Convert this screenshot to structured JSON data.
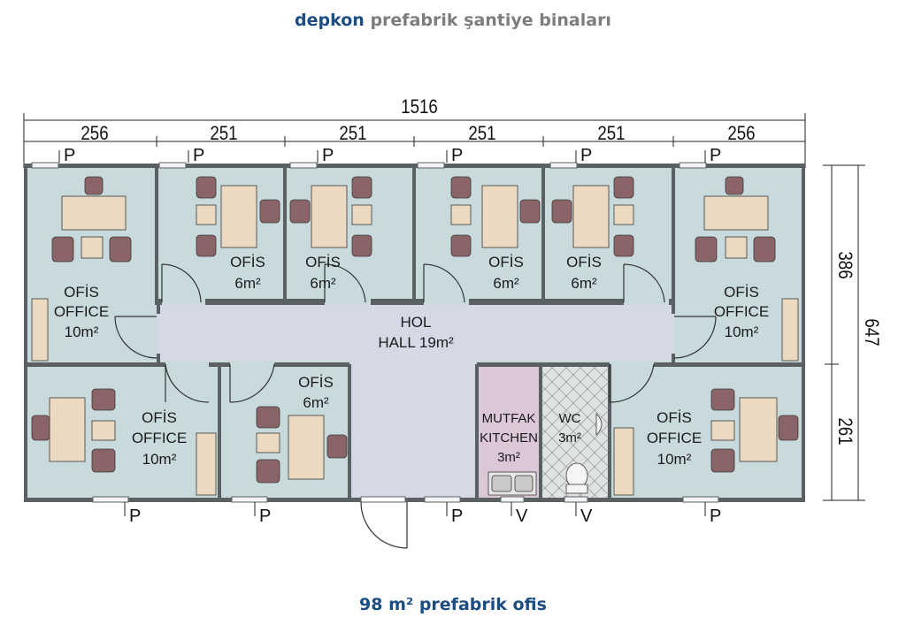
{
  "header": {
    "brand": "depkon",
    "tagline": "prefabrik şantiye binaları"
  },
  "caption": "98 m² prefabrik ofis",
  "dimensions": {
    "total_width": "1516",
    "segments": [
      "256",
      "251",
      "251",
      "251",
      "251",
      "256"
    ],
    "depth_total": "647",
    "depth_top": "386",
    "depth_bottom": "261"
  },
  "rooms": {
    "office_tl": [
      "OFİS",
      "OFFICE",
      "10m²"
    ],
    "office_2": [
      "OFİS",
      "6m²"
    ],
    "office_3": [
      "OFİS",
      "6m²"
    ],
    "office_4": [
      "OFİS",
      "6m²"
    ],
    "office_5": [
      "OFİS",
      "6m²"
    ],
    "office_tr": [
      "OFİS",
      "OFFICE",
      "10m²"
    ],
    "hall": [
      "HOL",
      "HALL 19m²"
    ],
    "office_bl": [
      "OFİS",
      "OFFICE",
      "10m²"
    ],
    "office_small": [
      "OFİS",
      "6m²"
    ],
    "kitchen": [
      "MUTFAK",
      "KITCHEN",
      "3m²"
    ],
    "wc": [
      "WC",
      "3m²"
    ],
    "office_br": [
      "OFİS",
      "OFFICE",
      "10m²"
    ]
  },
  "panel_marks": {
    "p": "P",
    "v": "V"
  }
}
